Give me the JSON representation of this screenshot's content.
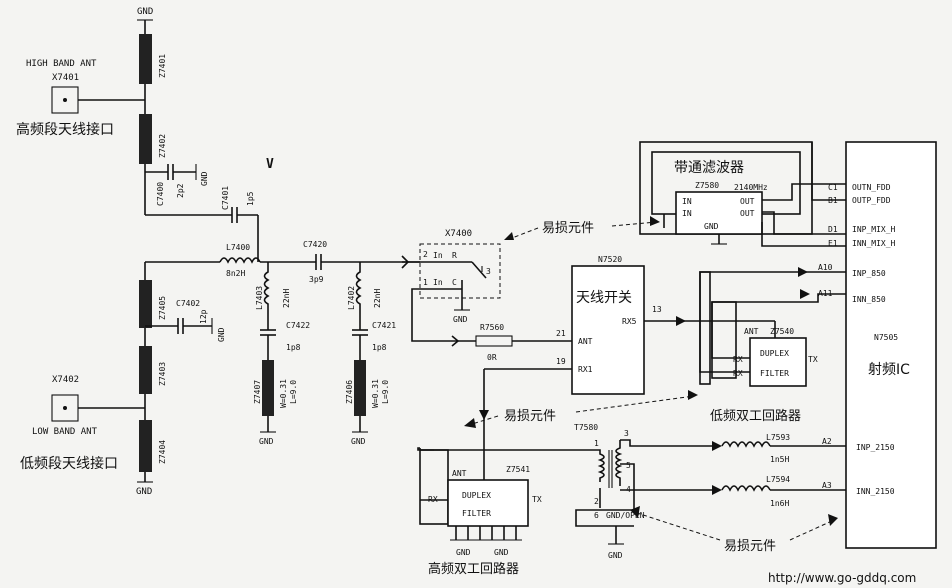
{
  "labels": {
    "gnd": "GND",
    "high_band_ant": "HIGH BAND ANT",
    "x7401": "X7401",
    "high_port_cn": "高频段天线接口",
    "low_band_ant": "LOW BAND ANT",
    "x7402": "X7402",
    "low_port_cn": "低频段天线接口",
    "z7401": "Z7401",
    "z7402": "Z7402",
    "z7403": "Z7403",
    "z7404": "Z7404",
    "z7405": "Z7405",
    "z7406": "Z7406",
    "z7407": "Z7407",
    "c7400": "C7400",
    "c7400_val": "2p2",
    "c7401": "C7401",
    "c7401_val": "1p5",
    "c7402": "C7402",
    "c7402_val": "12p",
    "c7420": "C7420",
    "c7420_val": "3p9",
    "c7421": "C7421",
    "c7421_val": "1p8",
    "c7422": "C7422",
    "c7422_val": "1p8",
    "l7400": "L7400",
    "l7400_val": "8n2H",
    "l7402": "L7402",
    "l7402_val": "22nH",
    "l7403": "L7403",
    "l7403_val": "22nH",
    "z_spec_w": "W=0.31",
    "z_spec_l": "L=9.0",
    "x7400": "X7400",
    "in": "In",
    "r": "R",
    "c": "C",
    "pin_2": "2",
    "pin_1": "1",
    "pin_3": "3",
    "r7560": "R7560",
    "r7560_val": "0R",
    "fragile_1": "易损元件",
    "fragile_2": "易损元件",
    "fragile_3": "易损元件",
    "n7520": "N7520",
    "ant_switch_cn": "天线开关",
    "ant": "ANT",
    "rx1": "RX1",
    "rx5": "RX5",
    "pin_21": "21",
    "pin_19": "19",
    "pin_13": "13",
    "bandpass_cn": "带通滤波器",
    "z7580": "Z7580",
    "freq_2140": "2140MHz",
    "in_lbl": "IN",
    "out_lbl": "OUT",
    "gnd_lbl": "GND",
    "z7540": "Z7540",
    "duplex": "DUPLEX",
    "filter": "FILTER",
    "rx": "RX",
    "tx": "TX",
    "low_duplex_cn": "低频双工回路器",
    "z7541": "Z7541",
    "high_duplex_cn": "高频双工回路器",
    "t7580": "T7580",
    "t_pin_1": "1",
    "t_pin_2": "2",
    "t_pin_3": "3",
    "t_pin_4": "4",
    "t_pin_5": "5",
    "t_pin_6": "6",
    "gnd_open": "GND/OPEN",
    "l7593": "L7593",
    "l7593_val": "1n5H",
    "l7594": "L7594",
    "l7594_val": "1n6H",
    "n7505": "N7505",
    "rf_ic_cn": "射频IC",
    "pin_c1": "C1",
    "pin_b1": "B1",
    "pin_d1": "D1",
    "pin_e1": "E1",
    "pin_a10": "A10",
    "pin_a11": "A11",
    "pin_a2": "A2",
    "pin_a3": "A3",
    "outn_fdd": "OUTN_FDD",
    "outp_fdd": "OUTP_FDD",
    "inp_mix_h": "INP_MIX_H",
    "inn_mix_h": "INN_MIX_H",
    "inp_850": "INP_850",
    "inn_850": "INN_850",
    "inp_2150": "INP_2150",
    "inn_2150": "INN_2150",
    "mark_v": "V",
    "url": "http://www.go-gddq.com"
  }
}
